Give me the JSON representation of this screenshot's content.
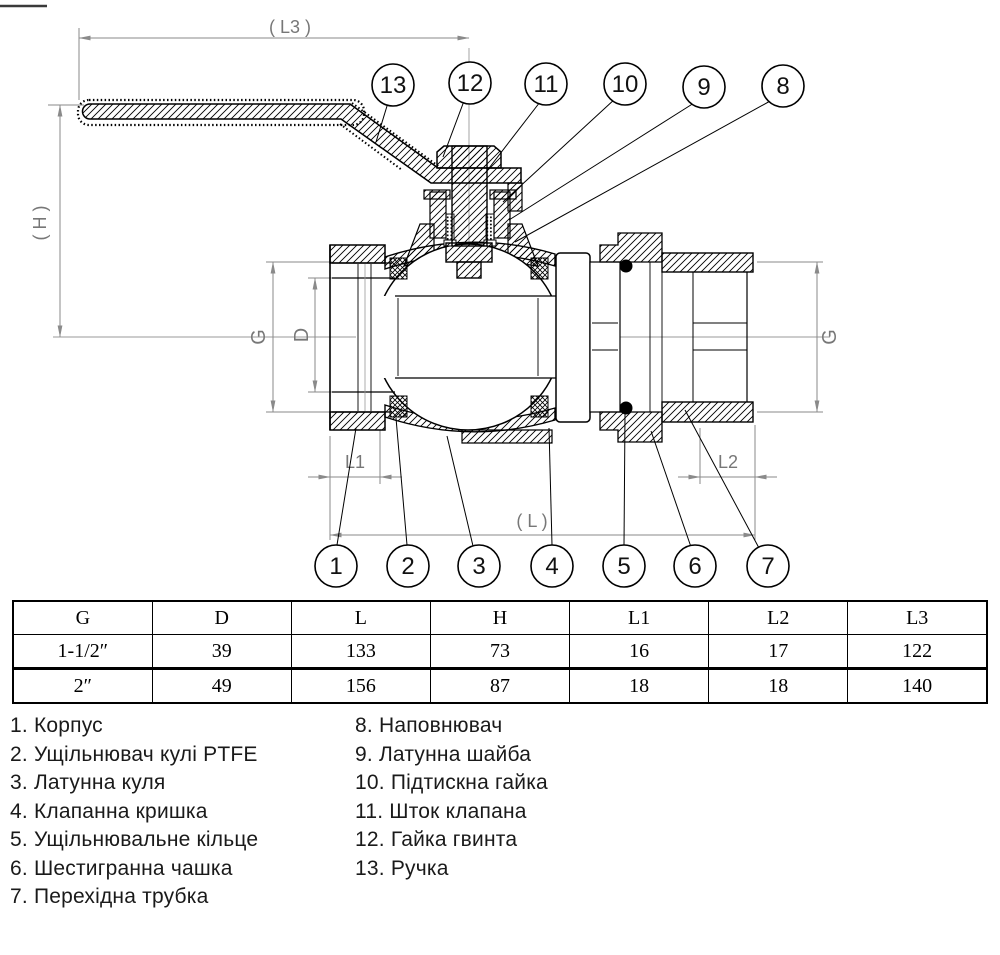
{
  "drawing": {
    "dim_labels": {
      "l3": "( L3 )",
      "h": "( H )",
      "g_left": "G",
      "d": "D",
      "g_right": "G",
      "l1": "L1",
      "l2": "L2",
      "l": "( L )"
    },
    "callouts_top": [
      "13",
      "12",
      "11",
      "10",
      "9",
      "8"
    ],
    "callouts_bottom": [
      "1",
      "2",
      "3",
      "4",
      "5",
      "6",
      "7"
    ],
    "colors": {
      "outline": "#000000",
      "dimension": "#8a8a8a",
      "centerline": "#9a9a9a"
    }
  },
  "spec_table": {
    "headers": [
      "G",
      "D",
      "L",
      "H",
      "L1",
      "L2",
      "L3"
    ],
    "rows": [
      [
        "1-1/2″",
        "39",
        "133",
        "73",
        "16",
        "17",
        "122"
      ],
      [
        "2″",
        "49",
        "156",
        "87",
        "18",
        "18",
        "140"
      ]
    ]
  },
  "parts_list": {
    "left": [
      "1. Корпус",
      "2. Ущільнювач кулі PTFE",
      "3. Латунна куля",
      "4. Клапанна кришка",
      "5. Ущільнювальне кільце",
      "6. Шестигранна чашка",
      "7. Перехідна трубка"
    ],
    "right": [
      "8. Наповнювач",
      "9. Латунна шайба",
      "10. Підтискна гайка",
      "11. Шток клапана",
      "12. Гайка гвинта",
      "13. Ручка"
    ]
  }
}
